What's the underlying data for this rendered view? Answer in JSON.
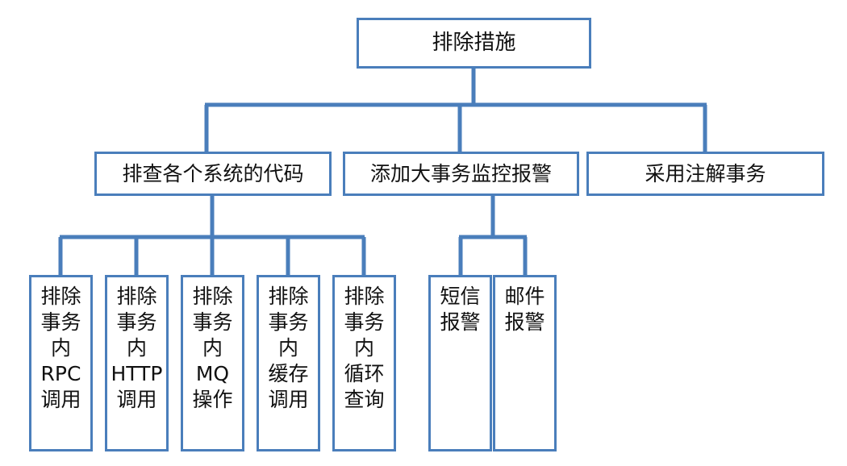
{
  "diagram": {
    "title": "排除措施",
    "type": "tree",
    "background_color": "#ffffff",
    "box_border_color": "#4a7ebb",
    "box_fill_color": "#ffffff",
    "connector_color": "#4a7ebb",
    "text_color": "#111111"
  },
  "root": {
    "label": "排除措施"
  },
  "level2": [
    {
      "label": "排查各个系统的代码"
    },
    {
      "label": "添加大事务监控报警"
    },
    {
      "label": "采用注解事务"
    }
  ],
  "branch1_children": [
    {
      "label": "排除\n事务\n内\nRPC\n调用"
    },
    {
      "label": "排除\n事务\n内\nHTTP\n调用"
    },
    {
      "label": "排除\n事务\n内\nMQ\n操作"
    },
    {
      "label": "排除\n事务\n内\n缓存\n调用"
    },
    {
      "label": "排除\n事务\n内\n循环\n查询"
    }
  ],
  "branch2_children": [
    {
      "label": "短信\n报警"
    },
    {
      "label": "邮件\n报警"
    }
  ]
}
